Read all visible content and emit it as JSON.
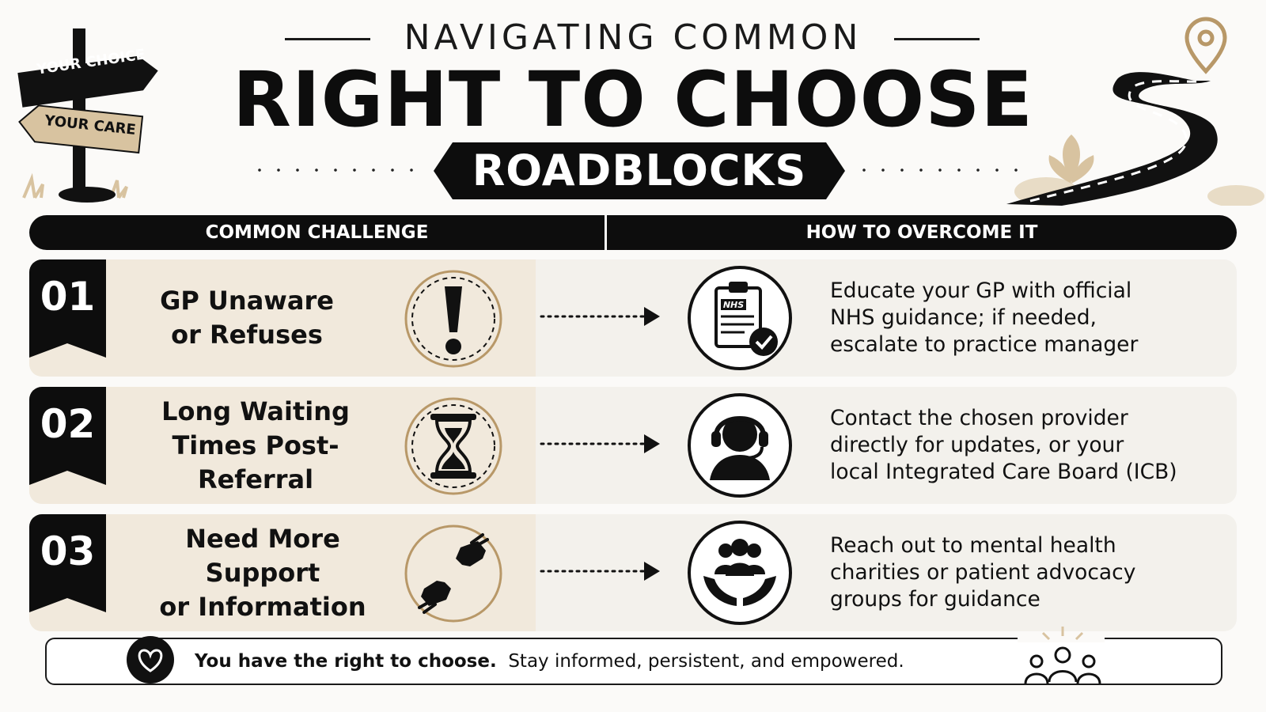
{
  "header": {
    "overline": "NAVIGATING COMMON",
    "title": "RIGHT TO CHOOSE",
    "banner": "ROADBLOCKS"
  },
  "signpost": {
    "sign_top": "YOUR CHOICE",
    "sign_bottom": "YOUR CARE"
  },
  "columns": {
    "left": "COMMON CHALLENGE",
    "right": "HOW TO OVERCOME IT"
  },
  "rows": [
    {
      "number": "01",
      "challenge": [
        "GP Unaware",
        "or Refuses"
      ],
      "challenge_icon": "exclamation-icon",
      "solution_icon": "nhs-clipboard-check-icon",
      "solution_badge": "NHS",
      "solution": [
        "Educate your GP with official",
        "NHS guidance; if needed,",
        "escalate to practice manager"
      ]
    },
    {
      "number": "02",
      "challenge": [
        "Long Waiting",
        "Times Post-Referral"
      ],
      "challenge_icon": "hourglass-icon",
      "solution_icon": "headset-support-icon",
      "solution": [
        "Contact the chosen provider",
        "directly for updates, or your",
        "local Integrated Care Board (ICB)"
      ]
    },
    {
      "number": "03",
      "challenge": [
        "Need More Support",
        "or Information"
      ],
      "challenge_icon": "helping-hands-icon",
      "solution_icon": "community-care-icon",
      "solution": [
        "Reach out to mental health",
        "charities or patient advocacy",
        "groups for guidance"
      ]
    }
  ],
  "footer": {
    "bold": "You have the right to choose.",
    "text": "Stay informed, persistent, and empowered.",
    "left_icon": "heart-icon",
    "right_icon": "people-icon"
  },
  "colors": {
    "ink": "#0d0d0d",
    "beige": "#f1e9dc",
    "panel": "#f3f1ec",
    "tan": "#d8c3a0",
    "gold": "#b89868"
  }
}
